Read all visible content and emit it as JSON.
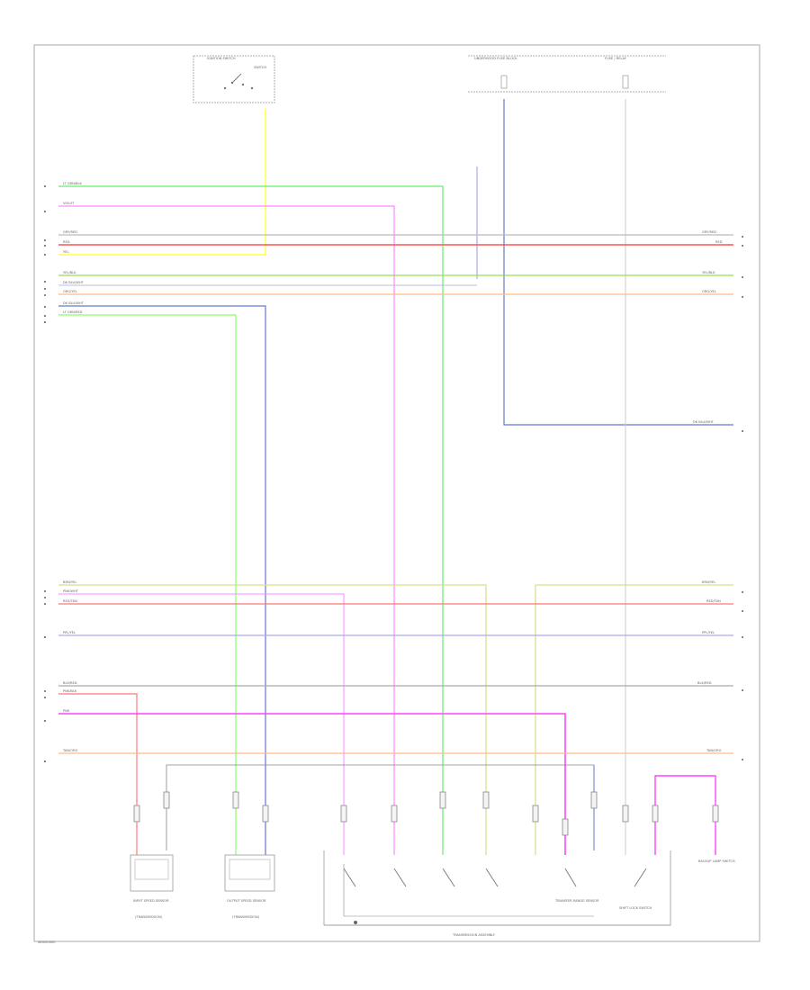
{
  "diagram": {
    "footer_code": "W0000000",
    "bottom_caption": "TRANSMISSION ASSEMBLY",
    "wire_colors": {
      "lt_green_black": "#66ee66",
      "lt_green_red": "#88ff66",
      "violet": "#ff88ff",
      "gray_red": "#bbbbbb",
      "red": "#ff5555",
      "yellow": "#ffff44",
      "yellow_black": "#99dd55",
      "dk_blu_wht": "#bbbbdd",
      "orange": "#ffbb88",
      "blue": "#6677cc",
      "tan_yellow": "#dddd88",
      "pink": "#ff88ff",
      "red_tan": "#ff7777",
      "purple": "#aaaaee",
      "black_red": "#aaaaaa",
      "tan_orange": "#ffbb88"
    },
    "top_components": [
      {
        "id": "ignition",
        "label": "IGNITION SWITCH",
        "sub": "SWITCH"
      },
      {
        "id": "fuse_block",
        "label": "UNDERHOOD FUSE BLOCK"
      },
      {
        "id": "fuse_relay",
        "label": "FUSE / RELAY"
      }
    ],
    "wire_labels_left": [
      "LT GRN/BLK",
      "VIOLET",
      "GRY/RED",
      "RED",
      "YEL",
      "YEL/BLK",
      "DK BLU/WHT",
      "ORG/YEL",
      "DK BLU/WHT",
      "LT GRN/RED",
      "BRN/YEL",
      "PNK/WHT",
      "RED/TAN",
      "PPL/YEL",
      "BLK/RED",
      "PNK/BLK",
      "PNK",
      "TAN/ORG"
    ],
    "wire_labels_right": [
      "GRY/RED",
      "RED",
      "YEL/BLK",
      "ORG/YEL",
      "DK BLU/WHT",
      "BRN/YEL",
      "RED/TAN",
      "PPL/YEL",
      "BLK/RED",
      "TAN/ORG"
    ],
    "bottom_components": [
      {
        "id": "input_speed",
        "label": "INPUT SPEED SENSOR",
        "sub": "(TRANSMISSION)"
      },
      {
        "id": "output_speed",
        "label": "OUTPUT SPEED SENSOR",
        "sub": "(TRANSMISSION)"
      },
      {
        "id": "trans_assembly",
        "label": "TRANSMISSION ASSEMBLY"
      },
      {
        "id": "trans_range",
        "label": "TRANSFER RANGE SENSOR"
      },
      {
        "id": "shift_lock",
        "label": "SHIFT LOCK SWITCH"
      },
      {
        "id": "backup_lamp",
        "label": "BACKUP LAMP SWITCH"
      }
    ]
  }
}
